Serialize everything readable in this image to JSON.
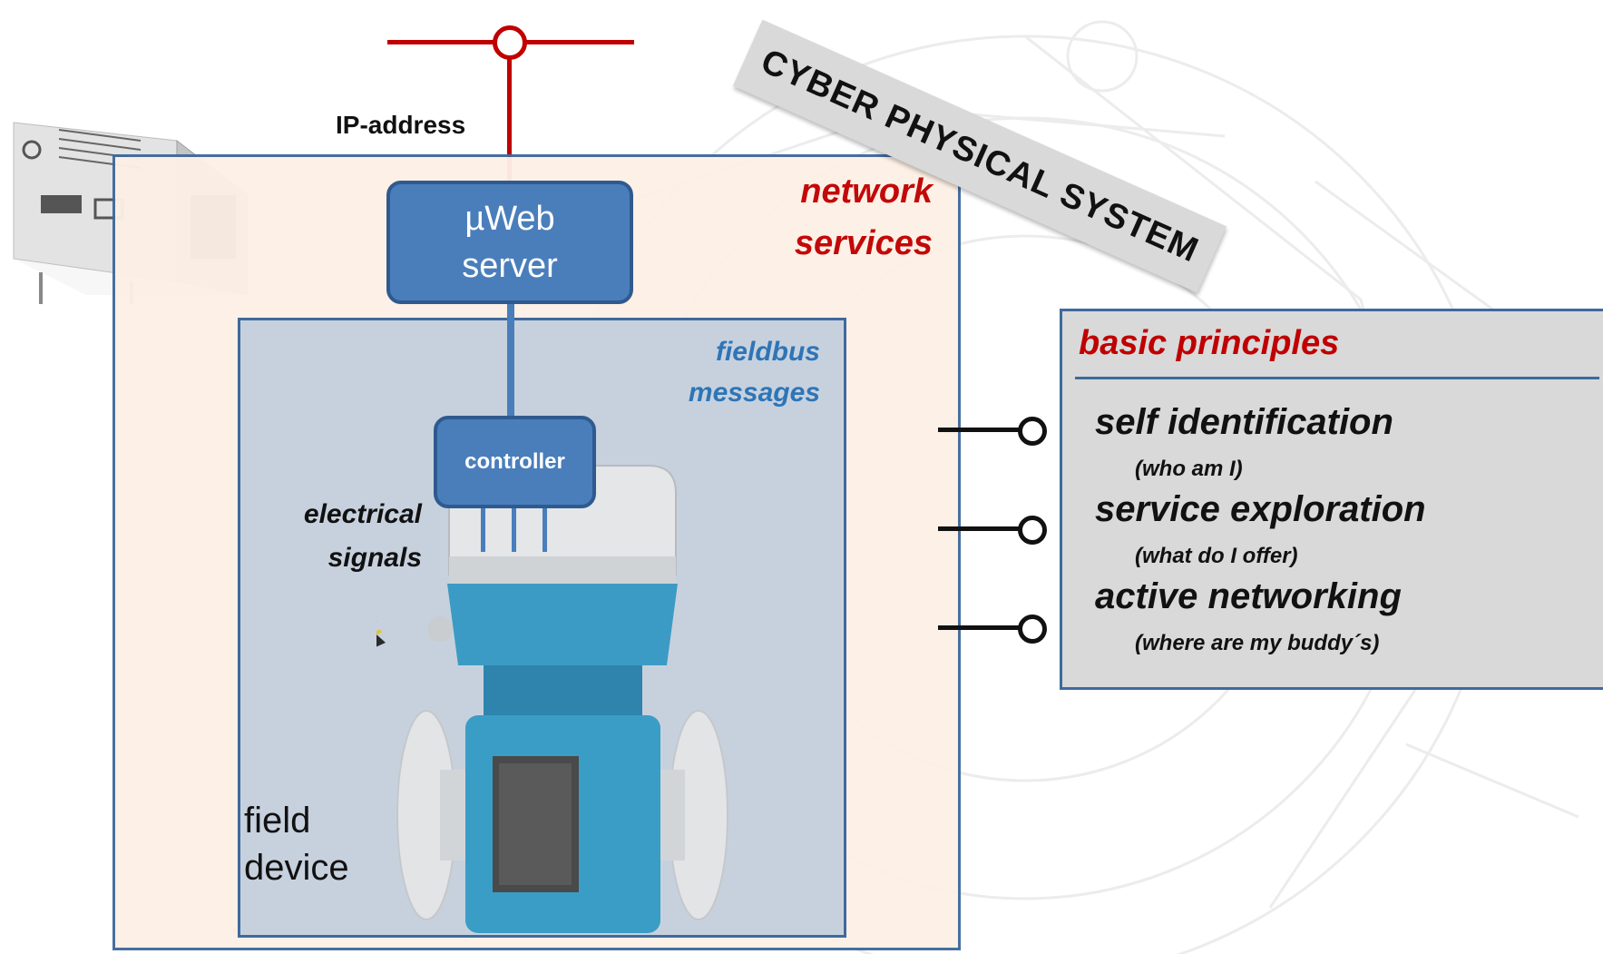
{
  "banner": {
    "text": "CYBER PHYSICAL SYSTEM"
  },
  "network": {
    "ip_label": "IP-address"
  },
  "outer": {
    "label_line1": "network",
    "label_line2": "services"
  },
  "webserver": {
    "line1": "µWeb",
    "line2": "server"
  },
  "fieldbus": {
    "label_line1": "fieldbus",
    "label_line2": "messages",
    "controller": "controller",
    "signals_line1": "electrical",
    "signals_line2": "signals",
    "device_line1": "field",
    "device_line2": "device"
  },
  "principles": {
    "title": "basic principles",
    "items": [
      {
        "label": "self identification",
        "sub": "(who am I)"
      },
      {
        "label": "service exploration",
        "sub": "(what do I offer)"
      },
      {
        "label": "active networking",
        "sub": "(where are my buddy´s)"
      }
    ]
  },
  "colors": {
    "accent_red": "#c00000",
    "box_blue": "#4a7ebb",
    "label_blue": "#2e75b6",
    "border_blue": "#3f6a9c"
  }
}
